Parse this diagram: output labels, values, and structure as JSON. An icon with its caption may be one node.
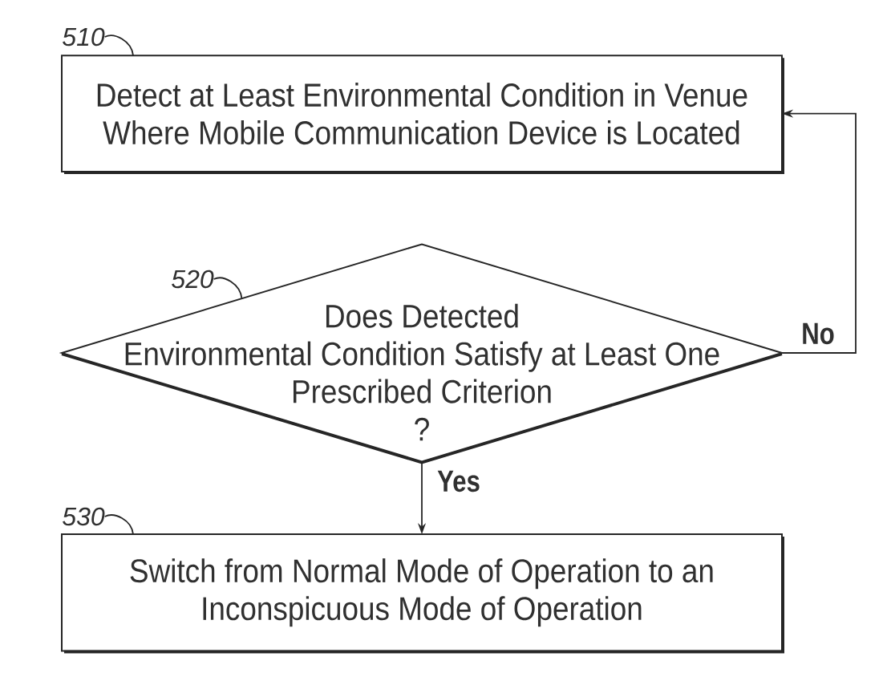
{
  "diagram": {
    "nodes": [
      {
        "text": [
          "510"
        ]
      },
      {
        "text": [
          "Detect at Least Environmental Condition in Venue Where Mobile Communication Device is Located"
        ]
      },
      {
        "text": [
          "520"
        ]
      },
      {
        "text": [
          "Does Detected Environmental Condition Satisfy at Least One Prescribed Criterion ?"
        ]
      },
      {
        "text": [
          "530"
        ]
      },
      {
        "text": [
          "Switch from Normal Mode of Operation to an Inconspicuous Mode of Operation"
        ]
      }
    ],
    "edges": [
      {
        "from": 0,
        "to": 1,
        "arrow": "none"
      },
      {
        "from": 2,
        "to": 3,
        "arrow": "none"
      },
      {
        "from": 4,
        "to": 5,
        "arrow": "none"
      },
      {
        "from": 3,
        "to": 1,
        "arrow": "to",
        "label": "No"
      },
      {
        "from": 3,
        "to": 5,
        "arrow": "to",
        "label": "Yes"
      }
    ]
  }
}
